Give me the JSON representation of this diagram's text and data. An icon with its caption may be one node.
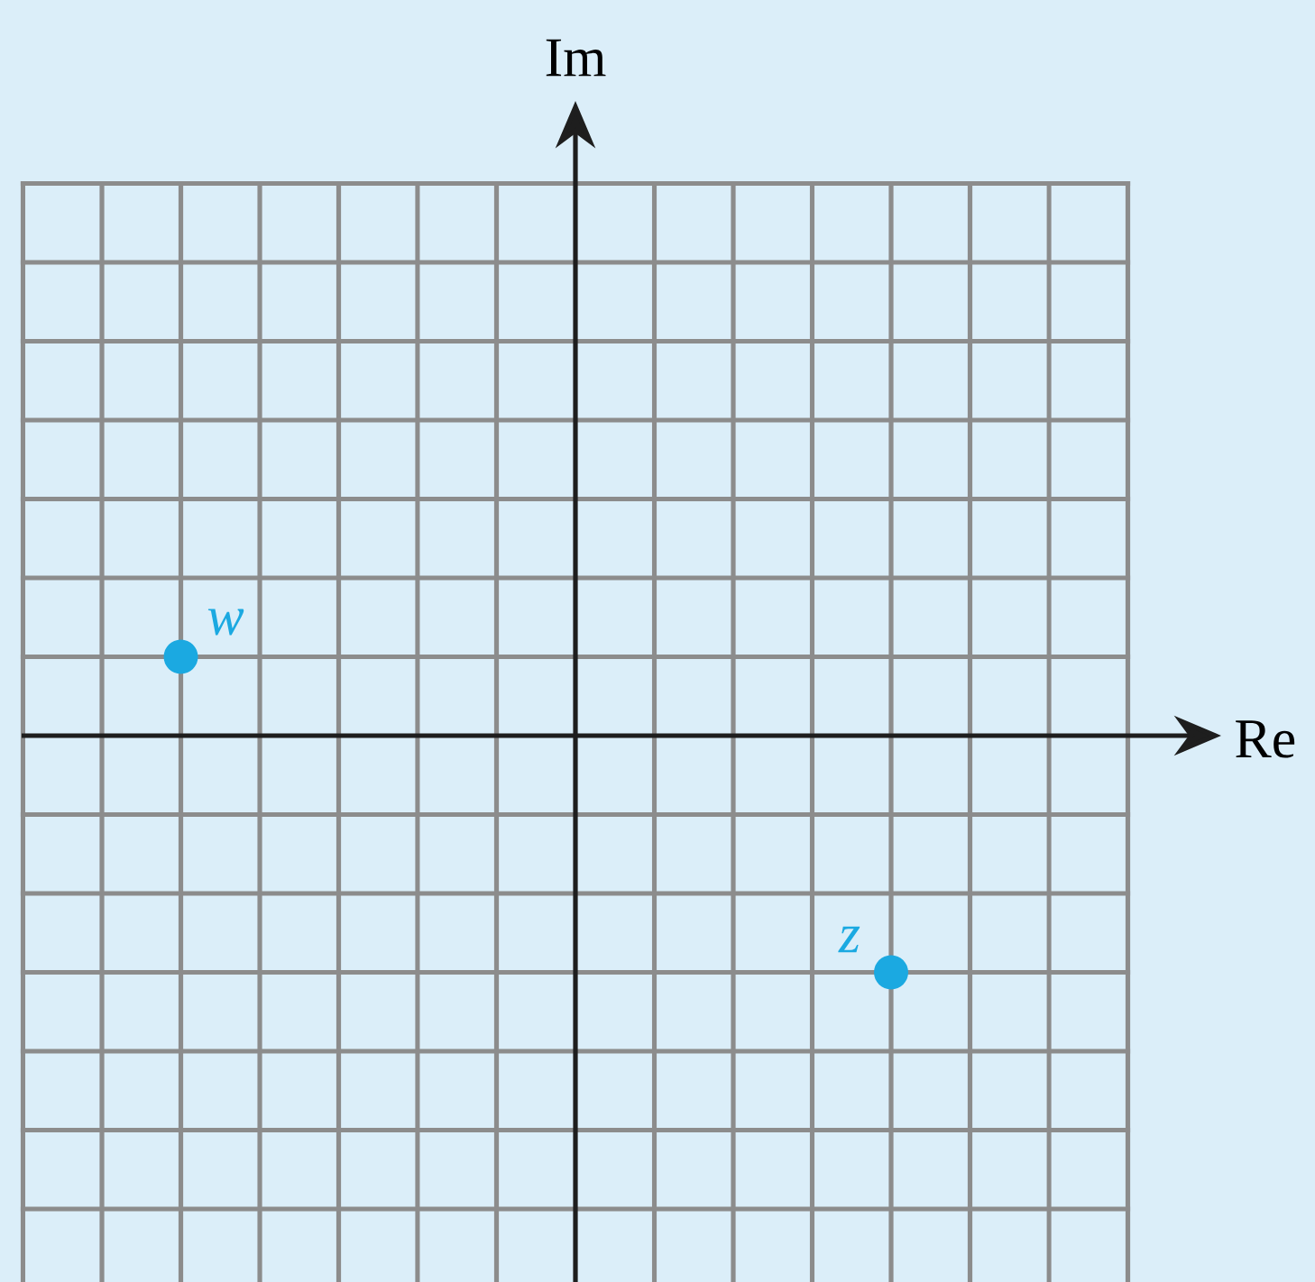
{
  "diagram": {
    "labels": [
      "Im",
      "Re",
      "w",
      "z"
    ]
  }
}
